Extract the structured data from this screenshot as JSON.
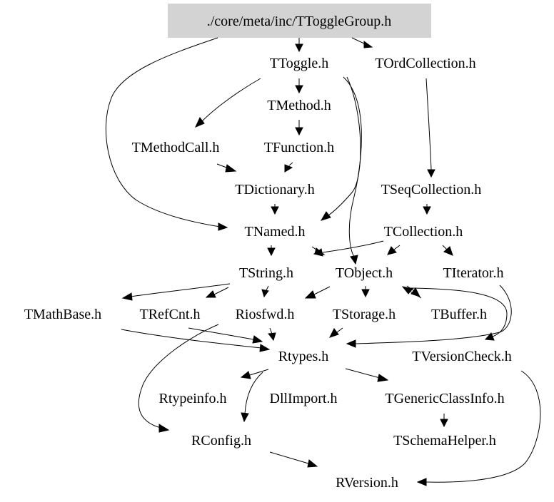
{
  "colors": {
    "background": "#ffffff",
    "root_fill": "#d3d3d3",
    "text": "#000000",
    "edge": "#000000"
  },
  "nodes": {
    "root": "./core/meta/inc/TToggleGroup.h",
    "ttoggle": "TToggle.h",
    "tordcollection": "TOrdCollection.h",
    "tmethod": "TMethod.h",
    "tmethodcall": "TMethodCall.h",
    "tfunction": "TFunction.h",
    "tdictionary": "TDictionary.h",
    "tseqcollection": "TSeqCollection.h",
    "tnamed": "TNamed.h",
    "tcollection": "TCollection.h",
    "tstring": "TString.h",
    "tobject": "TObject.h",
    "titerator": "TIterator.h",
    "tmathbase": "TMathBase.h",
    "trefcnt": "TRefCnt.h",
    "riosfwd": "Riosfwd.h",
    "tstorage": "TStorage.h",
    "tbuffer": "TBuffer.h",
    "rtypes": "Rtypes.h",
    "tversioncheck": "TVersionCheck.h",
    "rtypeinfo": "Rtypeinfo.h",
    "dllimport": "DllImport.h",
    "tgenericclassinfo": "TGenericClassInfo.h",
    "rconfig": "RConfig.h",
    "tschemahelper": "TSchemaHelper.h",
    "rversion": "RVersion.h"
  }
}
